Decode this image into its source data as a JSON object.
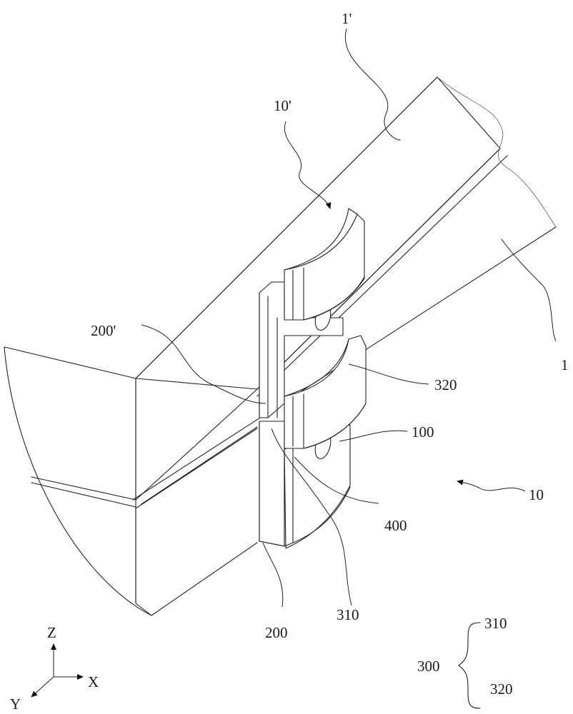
{
  "figure": {
    "labels": {
      "rail_upper": "1'",
      "rail_lower": "1",
      "assembly_upper": "10'",
      "assembly_lower": "10",
      "guide_upper": "200'",
      "guide_lower": "200",
      "part_320": "320",
      "part_100": "100",
      "part_400": "400",
      "part_310": "310",
      "group_300": "300",
      "group_item_310": "310",
      "group_item_320": "320"
    },
    "axes": {
      "z": "Z",
      "x": "X",
      "y": "Y"
    }
  }
}
